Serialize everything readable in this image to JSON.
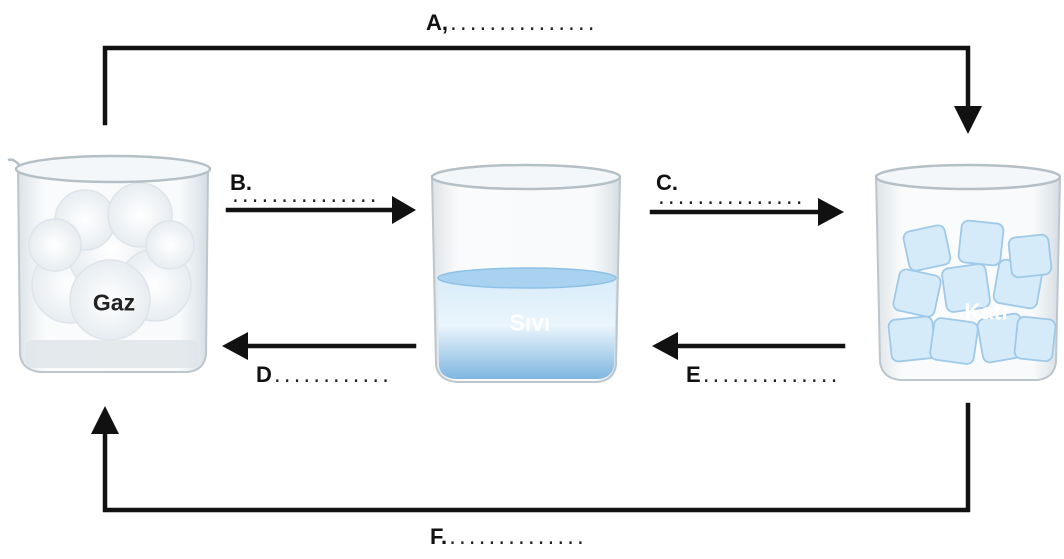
{
  "beakers": {
    "gas": {
      "label": "Gaz"
    },
    "liquid": {
      "label": "Sıvı"
    },
    "solid": {
      "label": "Katı"
    }
  },
  "arrows": {
    "A": {
      "letter": "A",
      "sep": ",",
      "blank": "..............."
    },
    "B": {
      "letter": "B",
      "sep": ".",
      "blank": "..............."
    },
    "C": {
      "letter": "C",
      "sep": ".",
      "blank": "..............."
    },
    "D": {
      "letter": "D",
      "sep": "",
      "blank": "............"
    },
    "E": {
      "letter": "E",
      "sep": "",
      "blank": ".............."
    },
    "F": {
      "letter": "F",
      "sep": ".",
      "blank": ".............."
    }
  },
  "colors": {
    "arrow": "#111111",
    "glass": "#c9d2d8",
    "water": "#8fc1e6",
    "ice": "#cfe7f8",
    "steam": "#e9eef2"
  }
}
